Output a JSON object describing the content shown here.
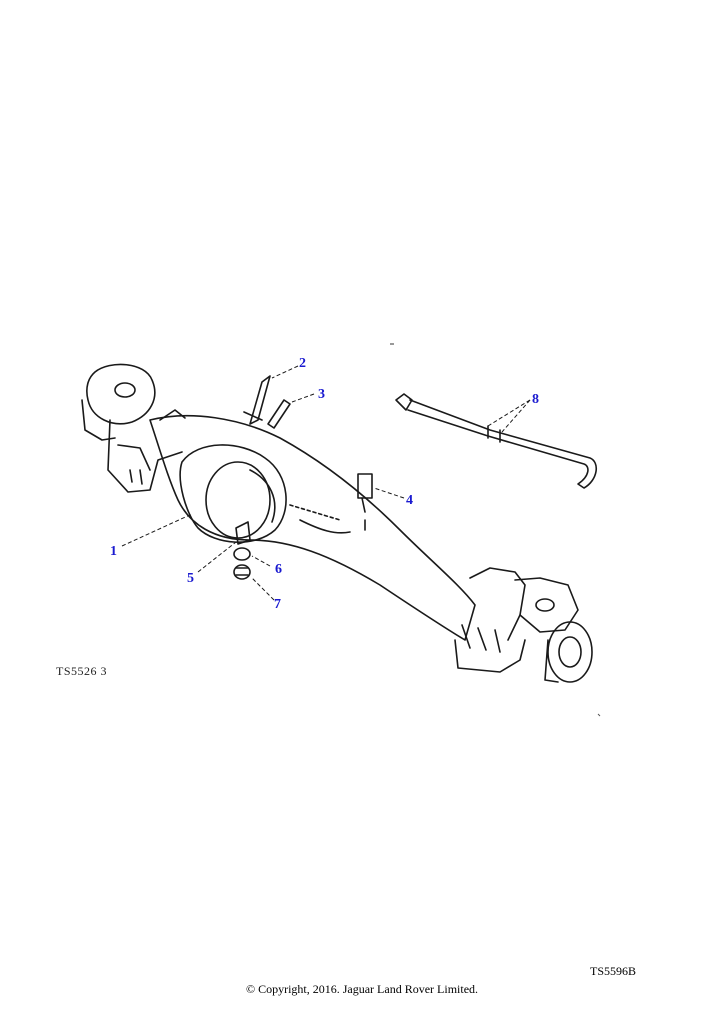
{
  "callouts": [
    {
      "label": "1"
    },
    {
      "label": "2"
    },
    {
      "label": "3"
    },
    {
      "label": "4"
    },
    {
      "label": "5"
    },
    {
      "label": "6"
    },
    {
      "label": "7"
    },
    {
      "label": "8"
    }
  ],
  "figure_ref": "TS5526 3",
  "diagram_code": "TS5596B",
  "copyright": "© Copyright, 2016. Jaguar Land Rover Limited.",
  "colors": {
    "callout": "#1a1ad0",
    "line": "#1a1a1a"
  }
}
